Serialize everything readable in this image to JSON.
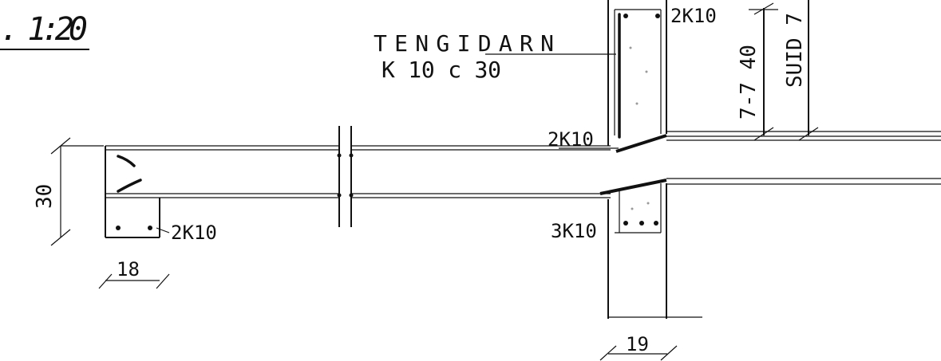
{
  "scale": ". 1:20",
  "labels": {
    "stirrups_name": "TENGIDARN",
    "stirrups_spec": "K 10 c 30",
    "top_bars_column": "2K10",
    "top_bars_beam": "2K10",
    "bottom_bars_beam": "3K10",
    "bottom_bars_slab": "2K10"
  },
  "dimensions": {
    "slab_thickness": "30",
    "slab_width": "18",
    "column_width": "19",
    "height_note_1": "7-7 40",
    "height_note_2": "SUID 7"
  }
}
